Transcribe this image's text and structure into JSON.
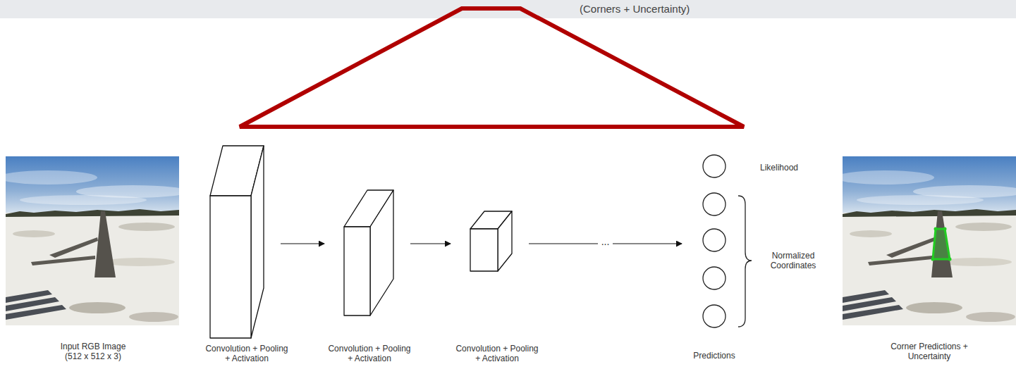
{
  "diagram": {
    "nodes": [
      {
        "text": [
          "Input RGB Image (512 x 512 x 3)"
        ]
      },
      {
        "text": [
          "Convolution + Pooling + Activation"
        ]
      },
      {
        "text": [
          "Convolution + Pooling + Activation"
        ]
      },
      {
        "text": [
          "Convolution + Pooling + Activation"
        ]
      },
      {
        "text": [
          "Predictions"
        ]
      },
      {
        "text": [
          "Corner Predictions + Uncertainty"
        ]
      }
    ],
    "edges": [
      {
        "from": 1,
        "to": 2,
        "arrow": "to"
      },
      {
        "from": 2,
        "to": 3,
        "arrow": "to"
      },
      {
        "from": 3,
        "to": 4,
        "arrow": "to",
        "label": "..."
      }
    ],
    "labels": [
      "(Corners + Uncertainty)",
      "Likelihood",
      "Normalized Coordinates"
    ]
  }
}
